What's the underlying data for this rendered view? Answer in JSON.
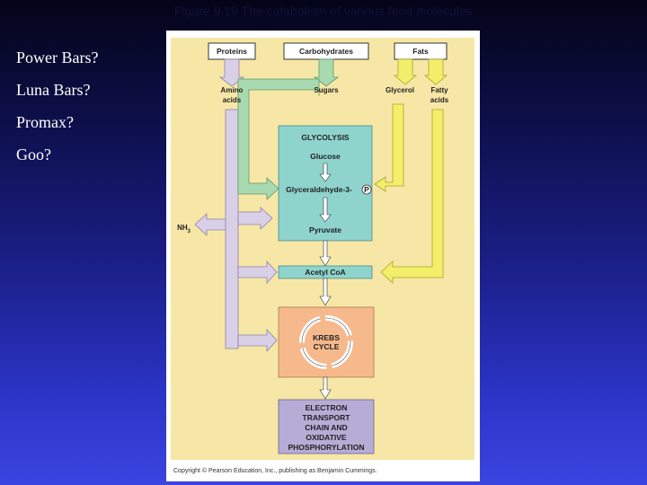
{
  "slide": {
    "title": "Figure 9.19 The catabolism of various food molecules",
    "bullets": [
      "Power Bars?",
      "Luna Bars?",
      "Promax?",
      "Goo?"
    ]
  },
  "figure": {
    "sources": {
      "proteins": "Proteins",
      "carbohydrates": "Carbohydrates",
      "fats": "Fats"
    },
    "intermediates": {
      "amino_acids": [
        "Amino",
        "acids"
      ],
      "sugars": "Sugars",
      "glycerol": "Glycerol",
      "fatty_acids": [
        "Fatty",
        "acids"
      ]
    },
    "glycolysis": {
      "title": "GLYCOLYSIS",
      "glucose": "Glucose",
      "g3p": "Glyceraldehyde-3-",
      "phosphate": "P",
      "pyruvate": "Pyruvate"
    },
    "nh3": {
      "base": "NH",
      "sub": "3"
    },
    "acetyl_coa": "Acetyl CoA",
    "krebs": [
      "KREBS",
      "CYCLE"
    ],
    "etc": [
      "ELECTRON",
      "TRANSPORT",
      "CHAIN AND",
      "OXIDATIVE",
      "PHOSPHORYLATION"
    ],
    "copyright": "Copyright © Pearson Education, Inc., publishing as Benjamin Cummings."
  },
  "colors": {
    "panel": "#f7e7a6",
    "glycolysis_box": "#8fd3cd",
    "krebs_box": "#f6b98c",
    "etc_box": "#b6acd6",
    "protein_arrow": "#d9d0e8",
    "carb_arrow": "#a9d9b1",
    "fat_arrow": "#f2ef6a"
  }
}
